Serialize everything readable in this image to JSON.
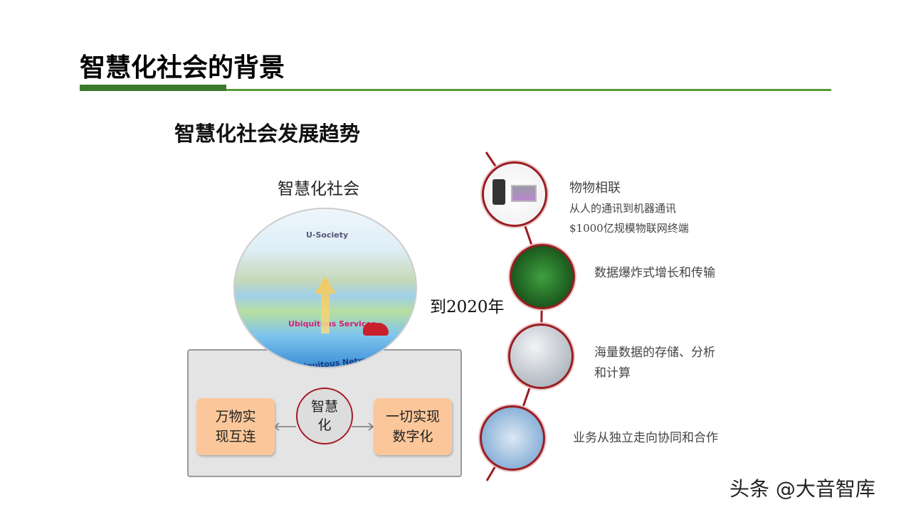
{
  "header": {
    "title": "智慧化社会的背景"
  },
  "subtitle": "智慧化社会发展趋势",
  "left_diagram": {
    "sphere_label": "智慧化社会",
    "sphere_texts": {
      "top": "U-Society",
      "middle": "Ubiquitous Services",
      "bottom": "Ubiquitous Networks"
    },
    "left_box": [
      "万物实",
      "现互连"
    ],
    "center": [
      "智慧",
      "化"
    ],
    "right_box": [
      "一切实现",
      "数字化"
    ]
  },
  "year_label": "到2020年",
  "timeline": [
    {
      "lines": [
        "物物相联",
        "从人的通讯到机器通讯",
        "$1000亿规模物联网终端"
      ]
    },
    {
      "lines": [
        "数据爆炸式增长和传输"
      ]
    },
    {
      "lines": [
        "海量数据的存储、分析",
        "和计算"
      ]
    },
    {
      "lines": [
        "业务从独立走向协同和合作"
      ]
    }
  ],
  "watermark": "头条 @大音智库",
  "colors": {
    "green": "#3b7a2a",
    "timeline_red": "#9b1c22",
    "box_orange": "#fbc79a"
  }
}
